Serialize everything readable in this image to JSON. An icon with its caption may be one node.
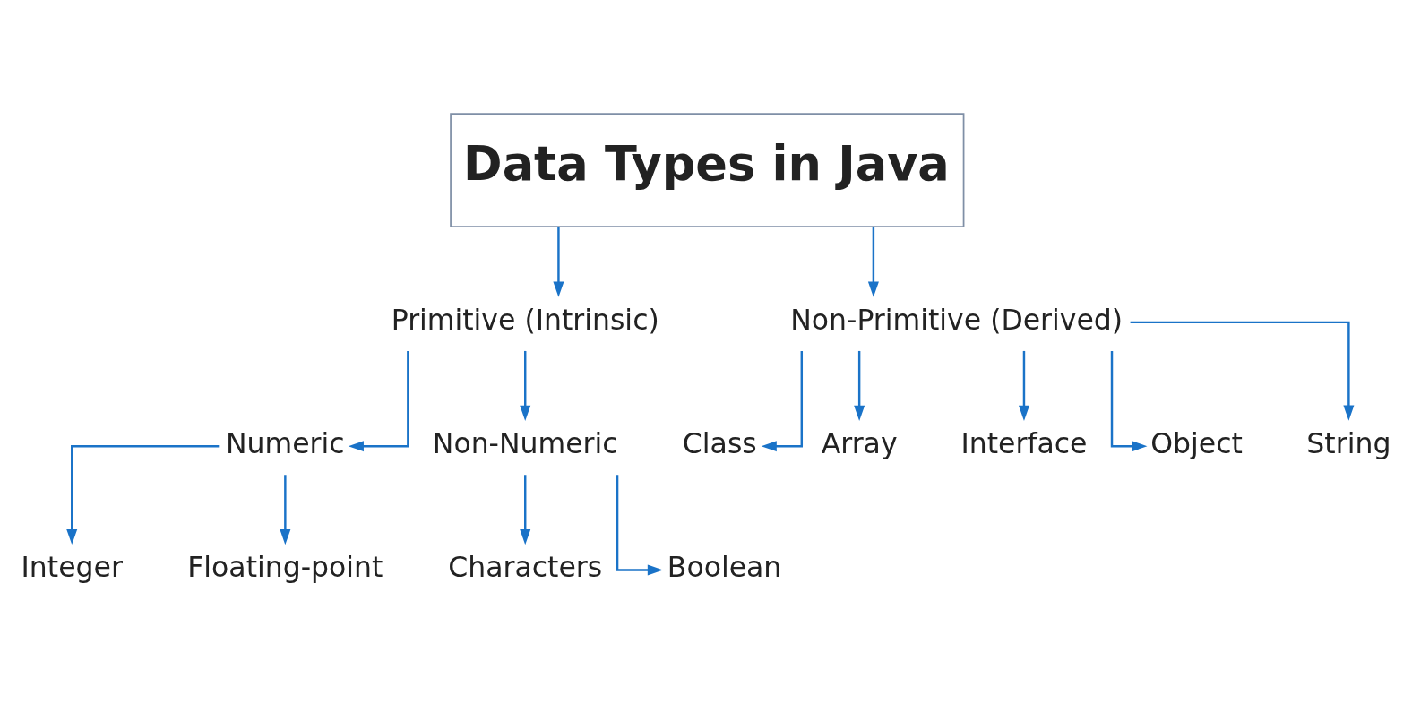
{
  "diagram": {
    "nodes": [
      {
        "text": [
          "Data Types in Java"
        ]
      },
      {
        "text": [
          "Primitive (Intrinsic)"
        ]
      },
      {
        "text": [
          "Non-Primitive (Derived)"
        ]
      },
      {
        "text": [
          "Numeric"
        ]
      },
      {
        "text": [
          "Non-Numeric"
        ]
      },
      {
        "text": [
          "Integer"
        ]
      },
      {
        "text": [
          "Floating-point"
        ]
      },
      {
        "text": [
          "Characters"
        ]
      },
      {
        "text": [
          "Boolean"
        ]
      },
      {
        "text": [
          "Class"
        ]
      },
      {
        "text": [
          "Array"
        ]
      },
      {
        "text": [
          "Interface"
        ]
      },
      {
        "text": [
          "Object"
        ]
      },
      {
        "text": [
          "String"
        ]
      }
    ],
    "edges": [
      {
        "from": 0,
        "to": 1,
        "arrow": "to"
      },
      {
        "from": 0,
        "to": 2,
        "arrow": "to"
      },
      {
        "from": 1,
        "to": 3,
        "arrow": "to"
      },
      {
        "from": 1,
        "to": 4,
        "arrow": "to"
      },
      {
        "from": 3,
        "to": 5,
        "arrow": "to"
      },
      {
        "from": 3,
        "to": 6,
        "arrow": "to"
      },
      {
        "from": 4,
        "to": 7,
        "arrow": "to"
      },
      {
        "from": 4,
        "to": 8,
        "arrow": "to"
      },
      {
        "from": 2,
        "to": 9,
        "arrow": "to"
      },
      {
        "from": 2,
        "to": 10,
        "arrow": "to"
      },
      {
        "from": 2,
        "to": 11,
        "arrow": "to"
      },
      {
        "from": 2,
        "to": 12,
        "arrow": "to"
      },
      {
        "from": 2,
        "to": 13,
        "arrow": "to"
      }
    ]
  }
}
